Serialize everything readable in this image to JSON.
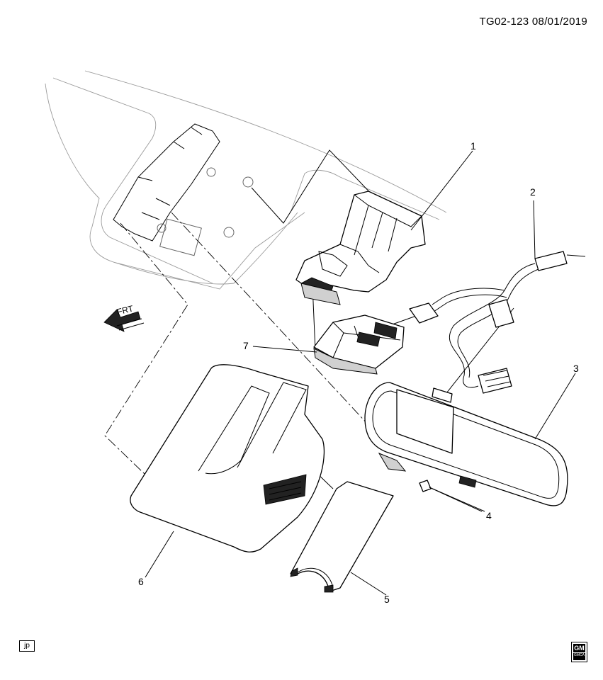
{
  "header": {
    "code": "TG02-123 08/01/2019"
  },
  "callouts": [
    {
      "id": "1",
      "label": "1"
    },
    {
      "id": "2",
      "label": "2"
    },
    {
      "id": "3",
      "label": "3"
    },
    {
      "id": "4",
      "label": "4"
    },
    {
      "id": "5",
      "label": "5"
    },
    {
      "id": "6",
      "label": "6"
    },
    {
      "id": "7",
      "label": "7"
    }
  ],
  "direction_marker": {
    "label": "FRT",
    "icon": "front-arrow-icon"
  },
  "corner_tag": "jp",
  "logo": {
    "word": "GM",
    "sub": "GMCA",
    "icon": "gm-logo-icon"
  }
}
